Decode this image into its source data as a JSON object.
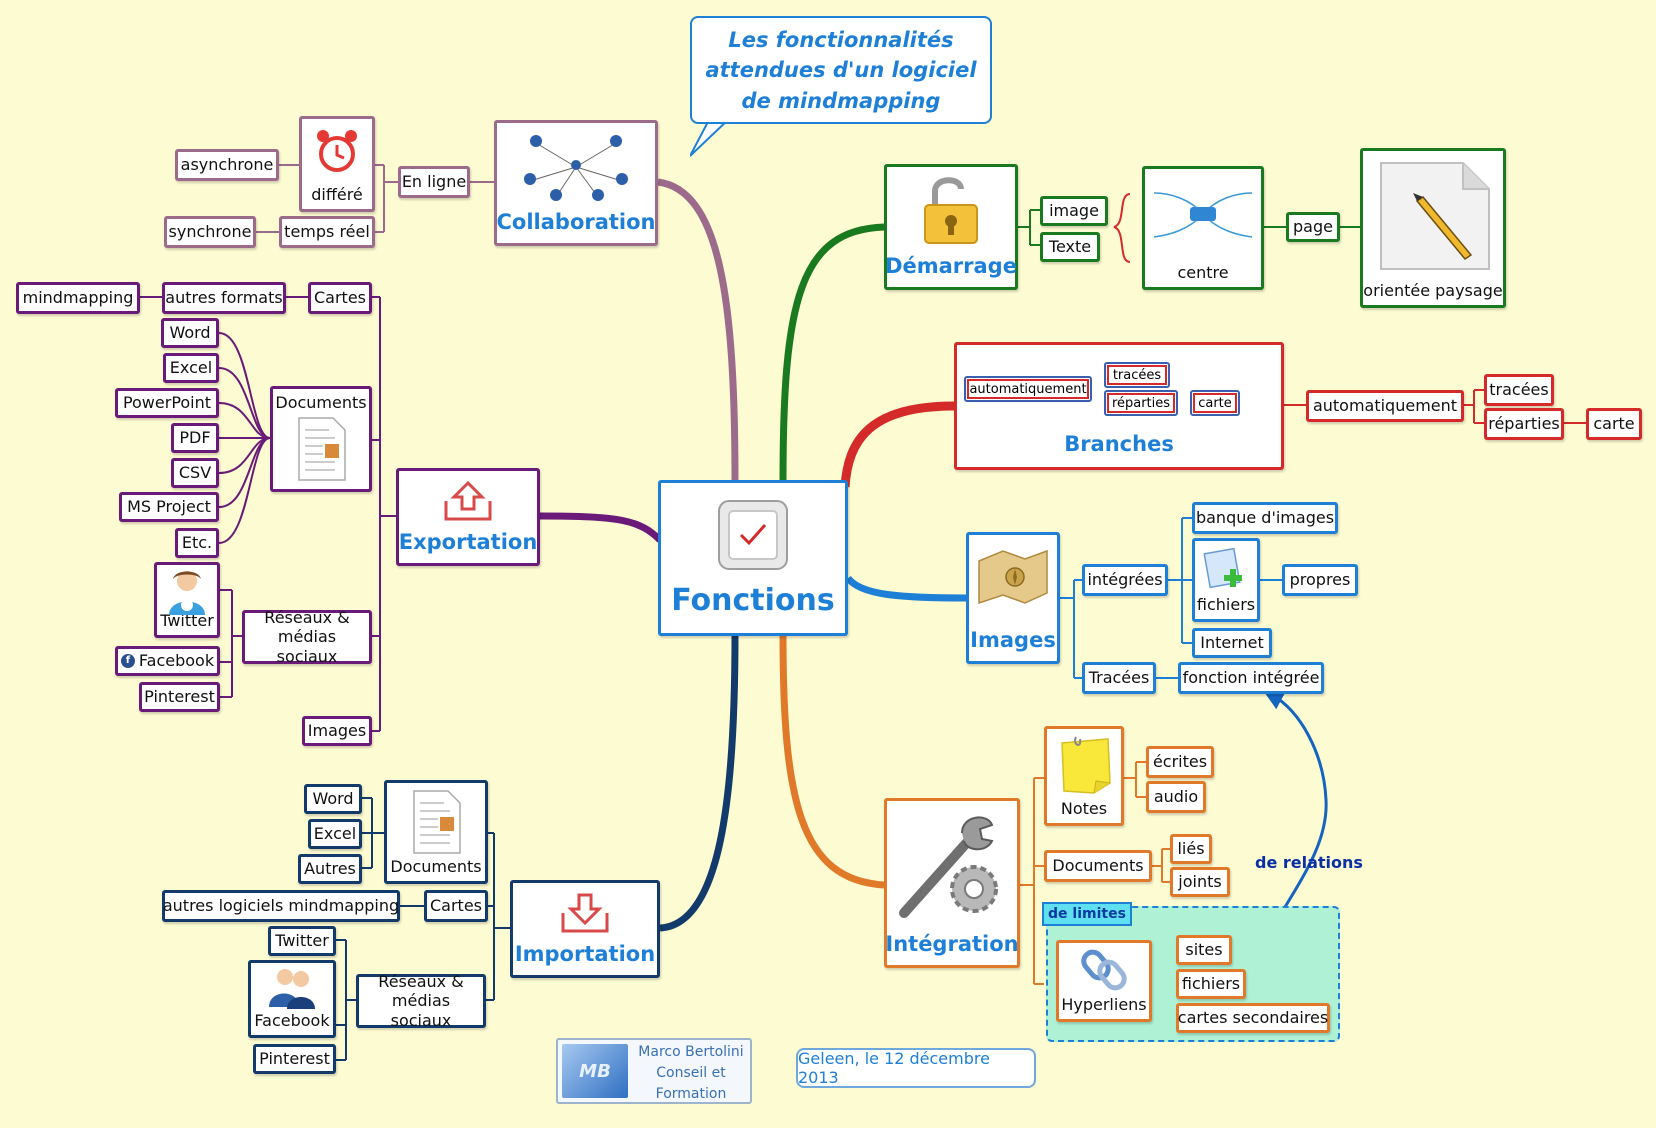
{
  "title": "Les fonctionnalités attendues d'un logiciel de mindmapping",
  "central": "Fonctions",
  "collaboration": {
    "label": "Collaboration",
    "online": "En ligne",
    "deferred": "différé",
    "async": "asynchrone",
    "realtime": "temps réel",
    "sync": "synchrone"
  },
  "exportation": {
    "label": "Exportation",
    "cartes": "Cartes",
    "autres_formats": "autres formats",
    "mindmapping": "mindmapping",
    "documents": "Documents",
    "doc_items": [
      "Word",
      "Excel",
      "PowerPoint",
      "PDF",
      "CSV",
      "MS Project",
      "Etc."
    ],
    "reseaux": "Réseaux & médias sociaux",
    "twitter": "Twitter",
    "facebook": "Facebook",
    "pinterest": "Pinterest",
    "images": "Images"
  },
  "importation": {
    "label": "Importation",
    "documents": "Documents",
    "word": "Word",
    "excel": "Excel",
    "autres": "Autres",
    "cartes": "Cartes",
    "autres_logiciels": "autres logiciels mindmapping",
    "reseaux": "Réseaux & médias sociaux",
    "twitter": "Twitter",
    "facebook": "Facebook",
    "pinterest": "Pinterest"
  },
  "demarrage": {
    "label": "Démarrage",
    "image": "image",
    "texte": "Texte",
    "centre": "centre",
    "page": "page",
    "orientee": "orientée paysage"
  },
  "branches": {
    "label": "Branches",
    "auto": "automatiquement",
    "tracees": "tracées",
    "reparties": "réparties",
    "carte": "carte"
  },
  "images": {
    "label": "Images",
    "integrees": "intégrées",
    "banque": "banque d'images",
    "fichiers": "fichiers",
    "internet": "Internet",
    "propres": "propres",
    "tracees": "Tracées",
    "fonction": "fonction intégrée"
  },
  "integration": {
    "label": "Intégration",
    "notes": "Notes",
    "ecrites": "écrites",
    "audio": "audio",
    "documents": "Documents",
    "lies": "liés",
    "joints": "joints",
    "limites": "de limites",
    "hyperliens": "Hyperliens",
    "sites": "sites",
    "fichiers": "fichiers",
    "cartes_sec": "cartes secondaires",
    "relations": "de relations"
  },
  "footer": {
    "brand_initials": "MB",
    "brand_text": "Marco Bertolini Conseil et Formation",
    "date": "Geleen, le 12 décembre 2013"
  },
  "colors": {
    "collaboration": "#9c6b8c",
    "exportation": "#6a1b7a",
    "importation": "#123a6b",
    "demarrage": "#1a7a1f",
    "branches": "#d42a2a",
    "images": "#1e7fd6",
    "integration": "#e07a2a",
    "accent": "#1e7fd6"
  }
}
